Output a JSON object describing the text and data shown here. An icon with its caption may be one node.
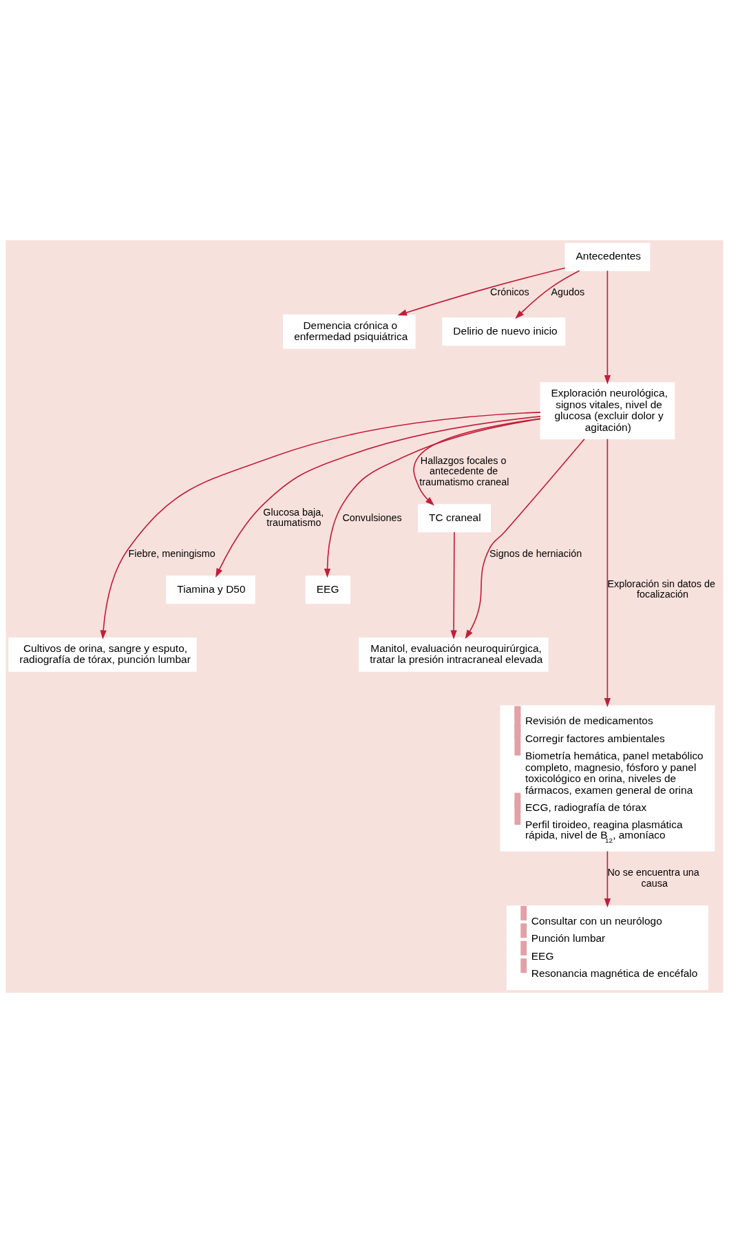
{
  "diagram": {
    "nodes": [
      {
        "text": [
          "Antecedentes"
        ]
      },
      {
        "text": [
          "Demencia crónica o enfermedad psiquiátrica"
        ]
      },
      {
        "text": [
          "Delirio de nuevo inicio"
        ]
      },
      {
        "text": [
          "Exploración neurológica, signos vitales, nivel de glucosa (excluir dolor y agitación)"
        ]
      },
      {
        "text": [
          "TC craneal"
        ]
      },
      {
        "text": [
          "Tiamina y D50"
        ]
      },
      {
        "text": [
          "EEG"
        ]
      },
      {
        "text": [
          "Cultivos de orina, sangre y esputo, radiografía de tórax, punción lumbar"
        ]
      },
      {
        "text": [
          "Manitol, evaluación neuroquirúrgica, tratar la presión intracraneal elevada"
        ]
      },
      {
        "text": [
          "Revisión de medicamentos",
          "Corregir factores ambientales",
          "Biometría hemática, panel metabólico completo, magnesio, fósforo y panel toxicológico en orina, niveles de fármacos, examen general de orina",
          "ECG, radiografía de tórax",
          "Perfil tiroideo, reagina plasmática rápida, nivel de B$_{12}$, amoníaco"
        ]
      },
      {
        "text": [
          "Consultar con un neurólogo",
          "Punción lumbar",
          "EEG",
          "Resonancia magnética de encéfalo"
        ]
      }
    ],
    "edges": [
      {
        "from": 0,
        "to": 1,
        "arrow": "to",
        "label": "Crónicos"
      },
      {
        "from": 0,
        "to": 2,
        "arrow": "to",
        "label": "Agudos"
      },
      {
        "from": 0,
        "to": 3,
        "arrow": "to"
      },
      {
        "from": 3,
        "to": 4,
        "arrow": "to",
        "label": "Hallazgos focales o antecedente de traumatismo craneal"
      },
      {
        "from": 3,
        "to": 5,
        "arrow": "to",
        "label": "Glucosa baja, traumatismo"
      },
      {
        "from": 3,
        "to": 6,
        "arrow": "to",
        "label": "Convulsiones"
      },
      {
        "from": 3,
        "to": 7,
        "arrow": "to",
        "label": "Fiebre, meningismo"
      },
      {
        "from": 3,
        "to": 8,
        "arrow": "to",
        "label": "Signos de herniación"
      },
      {
        "from": 4,
        "to": 8,
        "arrow": "to"
      },
      {
        "from": 3,
        "to": 9,
        "arrow": "to",
        "label": "Exploración sin datos de focalización"
      },
      {
        "from": 9,
        "to": 10,
        "arrow": "to",
        "label": "No se encuentra una causa"
      }
    ]
  }
}
